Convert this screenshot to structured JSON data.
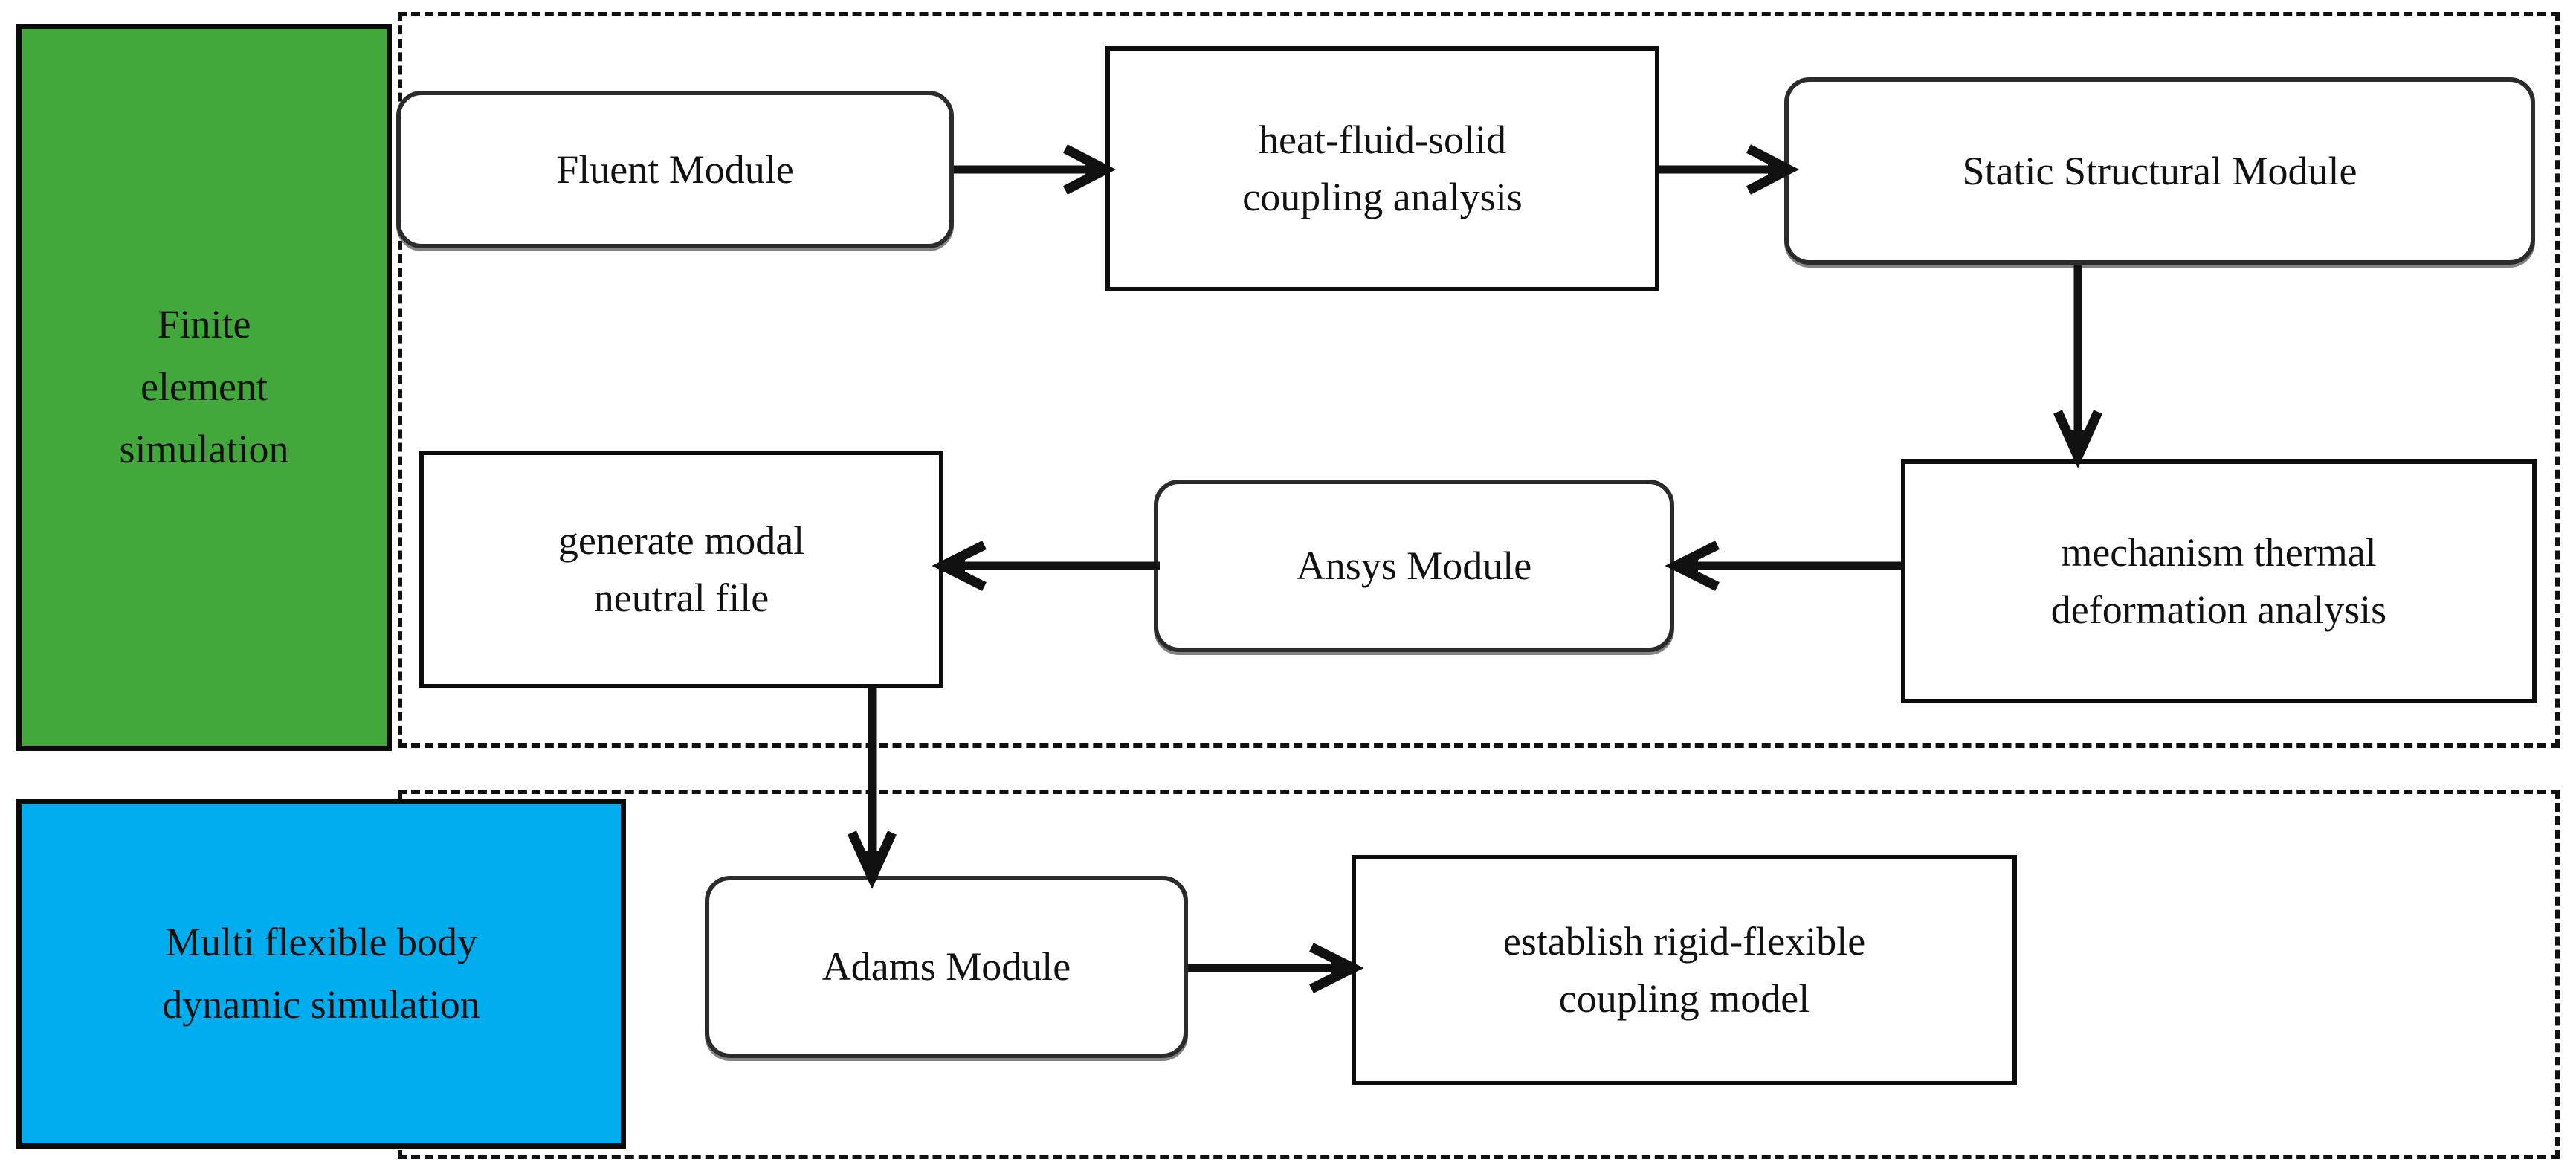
{
  "diagram": {
    "title": "Simulation workflow flowchart",
    "groups": [
      {
        "id": "fe-group",
        "name": "finite-element-group"
      },
      {
        "id": "mbd-group",
        "name": "multibody-group"
      }
    ],
    "categories": [
      {
        "id": "finite-element",
        "label": "Finite element simulation",
        "lines": [
          "Finite",
          "element",
          "simulation"
        ],
        "color": "#42a83c"
      },
      {
        "id": "multi-flexible",
        "label": "Multi flexible body dynamic simulation",
        "lines": [
          "Multi flexible body",
          "dynamic simulation"
        ],
        "color": "#00adee"
      }
    ],
    "nodes": [
      {
        "id": "fluent",
        "label": "Fluent Module",
        "lines": [
          "Fluent Module"
        ],
        "shape": "rounded"
      },
      {
        "id": "hfs",
        "label": "heat-fluid-solid coupling analysis",
        "lines": [
          "heat-fluid-solid",
          "coupling analysis"
        ],
        "shape": "rectangle"
      },
      {
        "id": "static",
        "label": "Static Structural Module",
        "lines": [
          "Static Structural Module"
        ],
        "shape": "rounded"
      },
      {
        "id": "mechanism",
        "label": "mechanism thermal deformation analysis",
        "lines": [
          "mechanism  thermal",
          "deformation analysis"
        ],
        "shape": "rectangle"
      },
      {
        "id": "ansys",
        "label": "Ansys Module",
        "lines": [
          "Ansys Module"
        ],
        "shape": "rounded"
      },
      {
        "id": "modal",
        "label": "generate modal neutral file",
        "lines": [
          "generate modal",
          "neutral file"
        ],
        "shape": "rectangle"
      },
      {
        "id": "adams",
        "label": "Adams Module",
        "lines": [
          "Adams Module"
        ],
        "shape": "rounded"
      },
      {
        "id": "rigidflex",
        "label": "establish rigid-flexible coupling model",
        "lines": [
          "establish rigid-flexible",
          "coupling model"
        ],
        "shape": "rectangle"
      }
    ],
    "edges": [
      {
        "id": "e1",
        "from": "fluent",
        "to": "hfs",
        "direction": "right"
      },
      {
        "id": "e2",
        "from": "hfs",
        "to": "static",
        "direction": "right"
      },
      {
        "id": "e3",
        "from": "static",
        "to": "mechanism",
        "direction": "down"
      },
      {
        "id": "e4",
        "from": "mechanism",
        "to": "ansys",
        "direction": "left"
      },
      {
        "id": "e5",
        "from": "ansys",
        "to": "modal",
        "direction": "left"
      },
      {
        "id": "e6",
        "from": "modal",
        "to": "adams",
        "direction": "down"
      },
      {
        "id": "e7",
        "from": "adams",
        "to": "rigidflex",
        "direction": "right"
      }
    ],
    "colors": {
      "finite_element_block": "#42a83c",
      "multibody_block": "#00adee",
      "stroke": "#111111",
      "background": "#ffffff"
    }
  }
}
